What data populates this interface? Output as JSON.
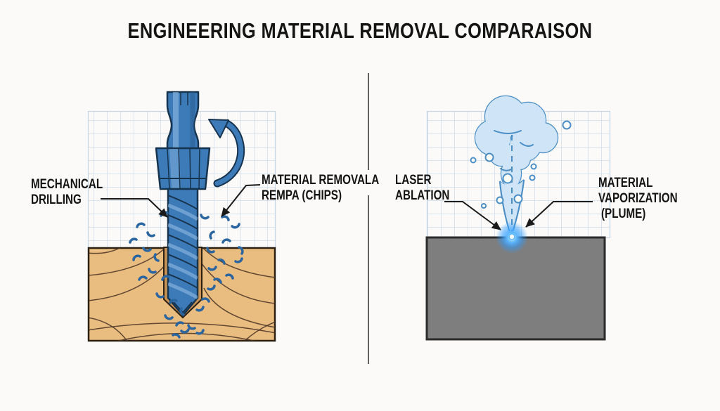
{
  "title": "ENGINEERING MATERIAL REMOVAL COMPARAISON",
  "panels": {
    "left": {
      "name": "mechanical-drilling",
      "labels": {
        "process": {
          "lines": [
            "MECHANICAL",
            "DRILLING"
          ]
        },
        "result": {
          "lines": [
            "MATERIAL REMOVALA",
            "REMPA (CHIPS)"
          ]
        }
      }
    },
    "right": {
      "name": "laser-ablation",
      "labels": {
        "process": {
          "lines": [
            "LASER",
            "ABLATION"
          ]
        },
        "result": {
          "lines": [
            "MATERIAL",
            "VAPORIZATION",
            "(PLUME)"
          ]
        }
      }
    }
  },
  "icons": {
    "rotation": "rotation-arrow-icon",
    "glow": "laser-glow-icon"
  },
  "colors": {
    "bg": "#fbfaf8",
    "ink": "#141414",
    "grid": "#c7d6e6",
    "drillMid": "#3d7ab8",
    "drillLight": "#8fbbe2",
    "drillShade": "#2a5c94",
    "drillDark": "#17344f",
    "chip": "#2a659f",
    "wood": "#e9bc80",
    "woodDark": "#c79255",
    "woodGrain": "#4a3423",
    "woodEdge": "#2b2012",
    "plumeFill": "#cfe4f6",
    "plumeStroke": "#4b8ec6",
    "glow": "#2f9bff",
    "blockGray": "#7e7e7e",
    "blockEdge": "#2b2b2b",
    "line": "#1a1a1a"
  }
}
